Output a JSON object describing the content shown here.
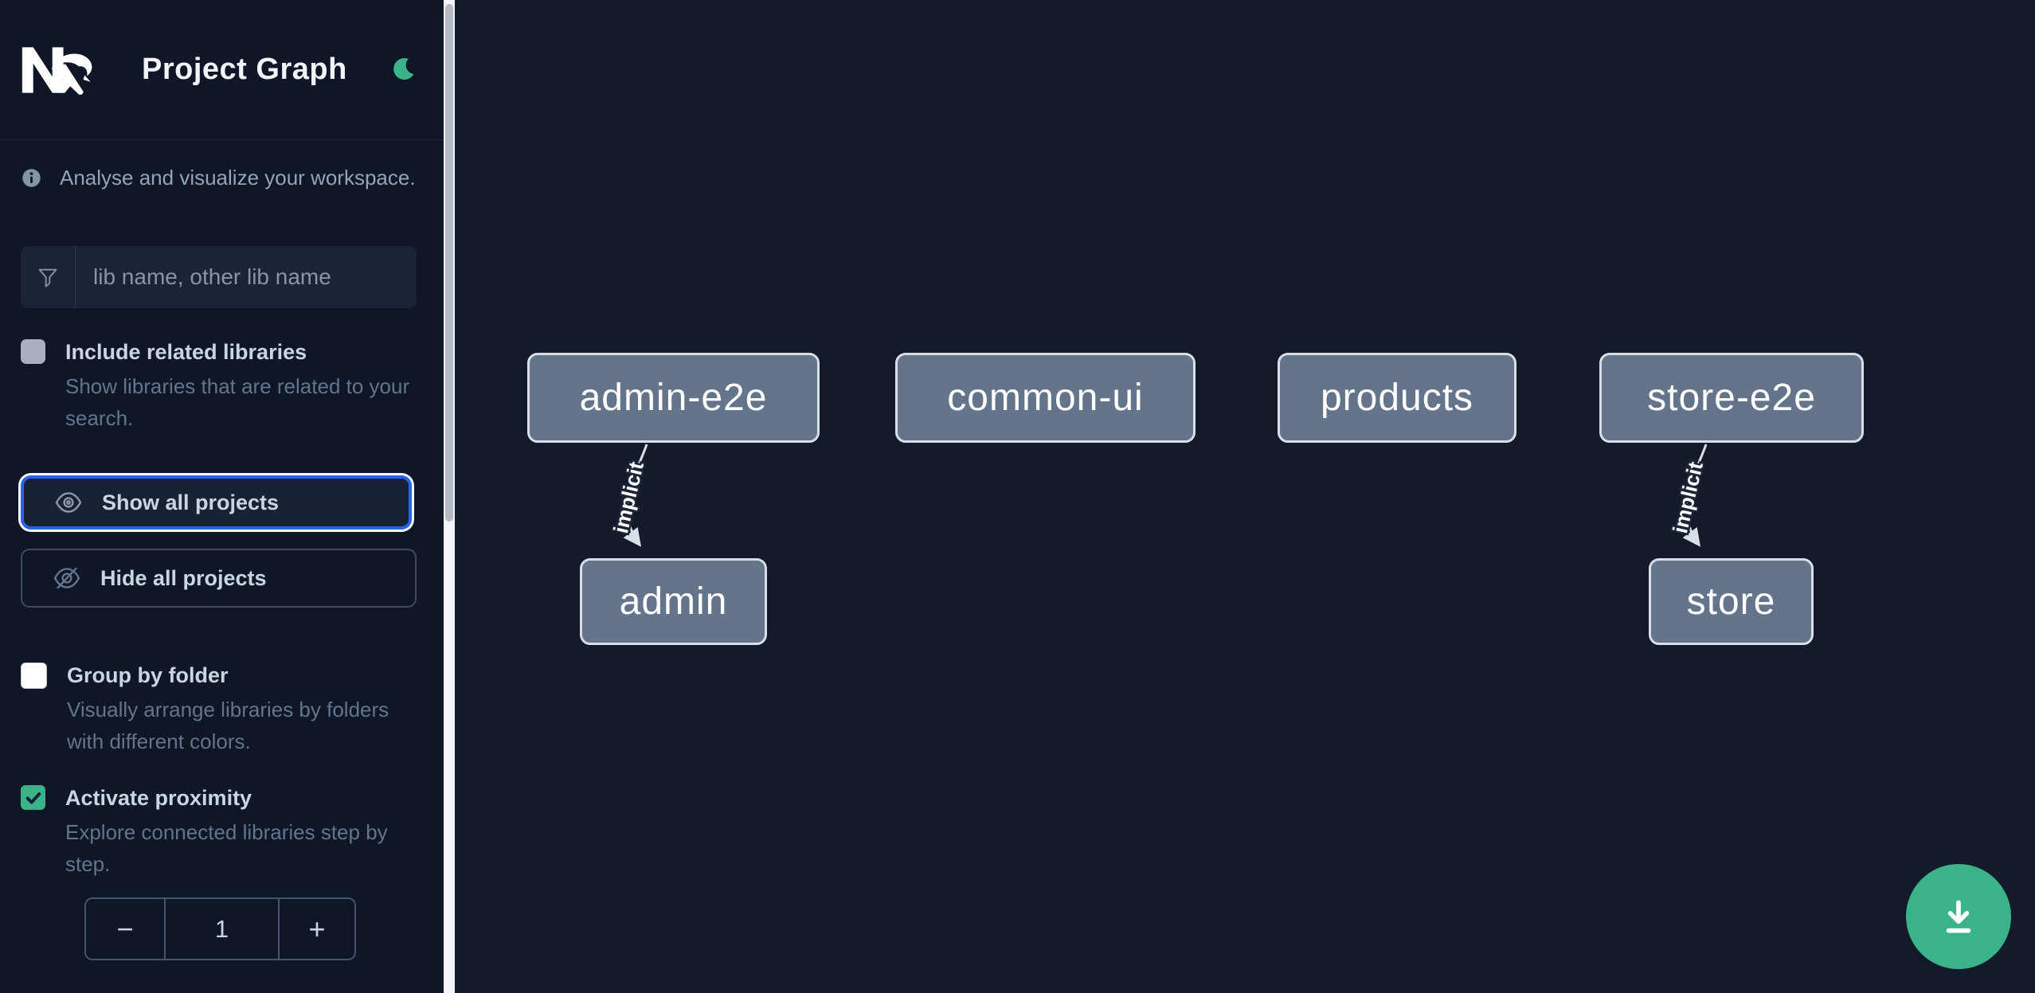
{
  "header": {
    "app_name": "Nx",
    "title": "Project Graph",
    "theme_toggle_icon": "moon"
  },
  "sidebar": {
    "intro": "Analyse and visualize your workspace.",
    "filter": {
      "placeholder": "lib name, other lib name",
      "icon": "funnel"
    },
    "include_related": {
      "label": "Include related libraries",
      "description": "Show libraries that are related to your search.",
      "checked": false
    },
    "show_all": {
      "label": "Show all projects",
      "icon": "eye",
      "focused": true
    },
    "hide_all": {
      "label": "Hide all projects",
      "icon": "eye-off"
    },
    "group_by_folder": {
      "label": "Group by folder",
      "description": "Visually arrange libraries by folders with different colors.",
      "checked": false
    },
    "activate_proximity": {
      "label": "Activate proximity",
      "description": "Explore connected libraries step by step.",
      "checked": true
    },
    "proximity_stepper": {
      "decrement": "−",
      "value": "1",
      "increment": "+"
    }
  },
  "graph": {
    "nodes": [
      {
        "id": "admin-e2e",
        "label": "admin-e2e"
      },
      {
        "id": "common-ui",
        "label": "common-ui"
      },
      {
        "id": "products",
        "label": "products"
      },
      {
        "id": "store-e2e",
        "label": "store-e2e"
      },
      {
        "id": "admin",
        "label": "admin"
      },
      {
        "id": "store",
        "label": "store"
      }
    ],
    "edges": [
      {
        "from": "admin-e2e",
        "to": "admin",
        "label": "implicit",
        "type": "implicit"
      },
      {
        "from": "store-e2e",
        "to": "store",
        "label": "implicit",
        "type": "implicit"
      }
    ]
  },
  "fab": {
    "icon": "download"
  },
  "colors": {
    "accent_green": "#3bb389",
    "focus_blue": "#2563eb",
    "node_fill": "#64748b",
    "node_border": "#d9dfe7",
    "sidebar_bg": "#0e1628",
    "canvas_bg": "#121a2c"
  }
}
